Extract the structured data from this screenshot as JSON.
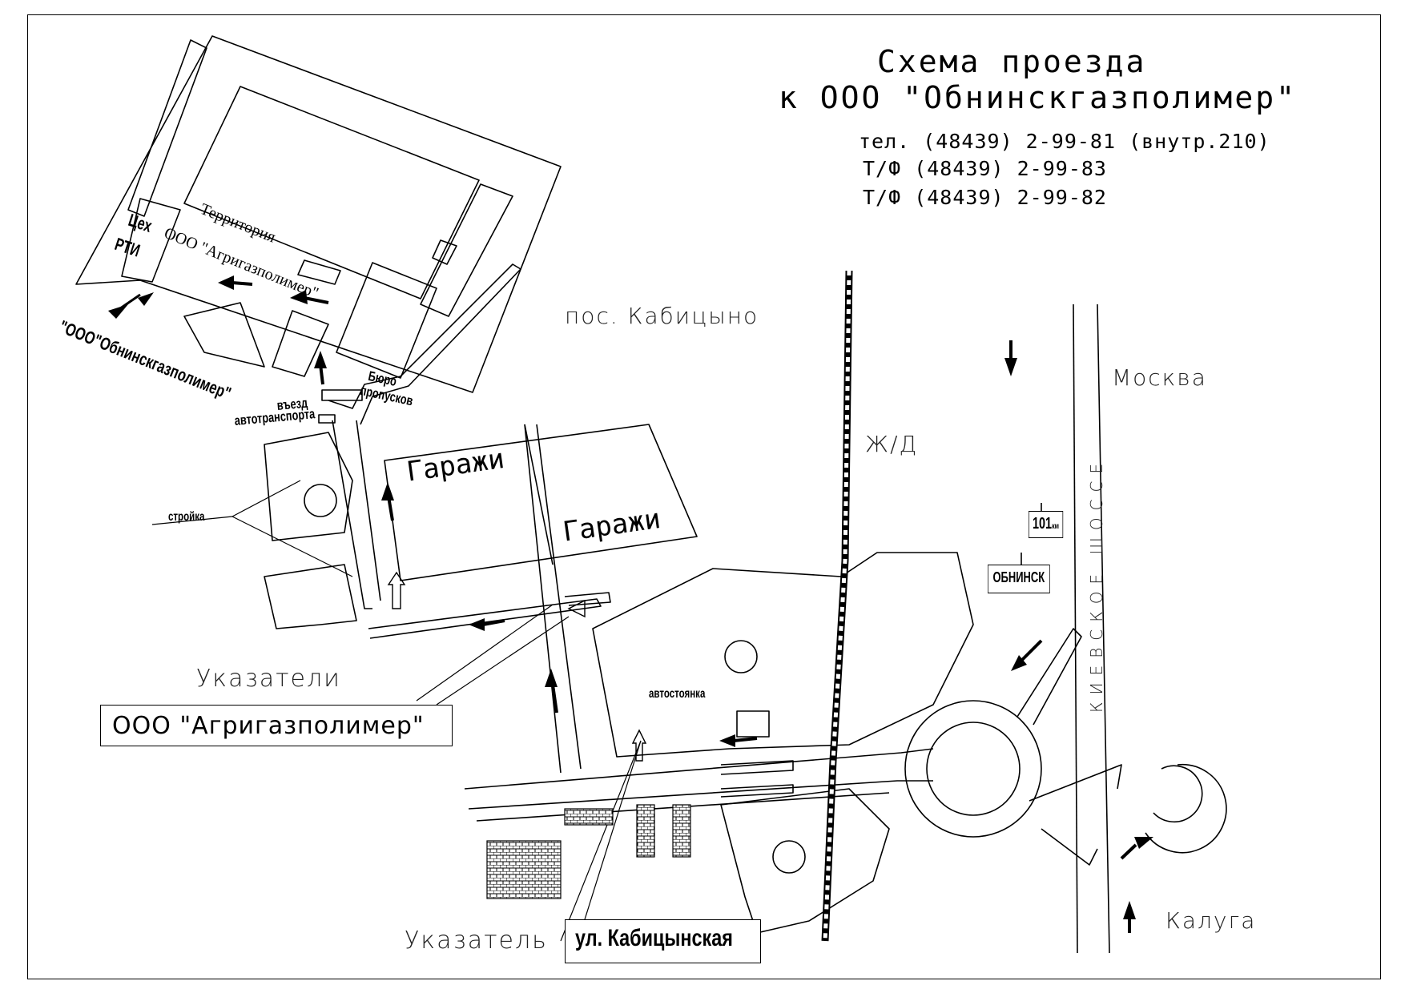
{
  "title": {
    "line1": "Схема проезда",
    "line2": "к ООО \"Обнинскгазполимер\""
  },
  "contacts": {
    "phone": "тел. (48439) 2-99-81 (внутр.210)",
    "fax1": "Т/Ф (48439) 2-99-83",
    "fax2": "Т/Ф (48439) 2-99-82"
  },
  "labels": {
    "settlement": "пос. Кабицыно",
    "railway": "Ж/Д",
    "moscow": "Москва",
    "kaluga": "Калуга",
    "highway": "КИЕВСКОЕ ШОССЕ",
    "garages_1": "Гаражи",
    "garages_2": "Гаражи",
    "territory_line1": "Территория",
    "territory_line2": "ООО \"Агригазполимер\"",
    "workshop_line1": "Цех",
    "workshop_line2": "РТИ",
    "company": "\"ООО\"Обнинскгазполимер\"",
    "pass_office_line1": "Бюро",
    "pass_office_line2": "пропусков",
    "vehicle_entry_line1": "въезд",
    "vehicle_entry_line2": "автотранспорта",
    "construction": "стройка",
    "parking": "автостоянка",
    "km_marker": "101",
    "km_unit": "км",
    "city_sign": "ОБНИНСК",
    "signs_caption": "Указатели",
    "signs_box": "ООО \"Агригазполимер\"",
    "sign_caption": "Указатель",
    "street_box": "ул. Кабицынская"
  }
}
